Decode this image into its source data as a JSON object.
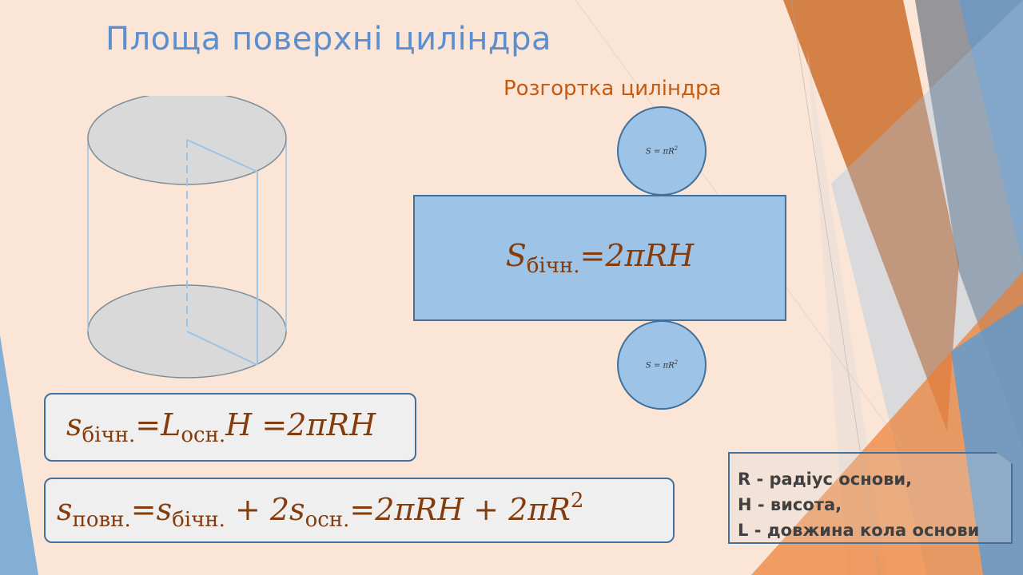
{
  "slide": {
    "title": "Площа поверхні циліндра",
    "net_title": "Розгортка циліндра",
    "circle_formula": {
      "var": "S",
      "eq": " = ",
      "pi": "π",
      "r": "R",
      "exp": "2"
    },
    "lateral_rect": {
      "s": "S",
      "sub": "бічн.",
      "rhs": "=2πRH"
    },
    "formula_lateral": {
      "s": "s",
      "s_sub": "бічн.",
      "eq1": "=",
      "l": "L",
      "l_sub": "осн.",
      "h": "H",
      "eq2": " =2πRH"
    },
    "formula_total": {
      "s": "s",
      "s_sub": "повн.",
      "eq1": "=",
      "s2": "s",
      "s2_sub": "бічн.",
      "plus": " + 2",
      "s3": "s",
      "s3_sub": "осн.",
      "eq2": "=2πRH + 2πR",
      "exp": "2"
    },
    "legend": [
      "R - радіус основи,",
      "H - висота,",
      "L - довжина кола основи"
    ],
    "colors": {
      "background": "#fbe5d6",
      "title": "#5b8fcf",
      "subtitle": "#c55a11",
      "formula": "#843c0c",
      "shape_fill": "#9dc3e6",
      "shape_border": "#41719c"
    }
  }
}
